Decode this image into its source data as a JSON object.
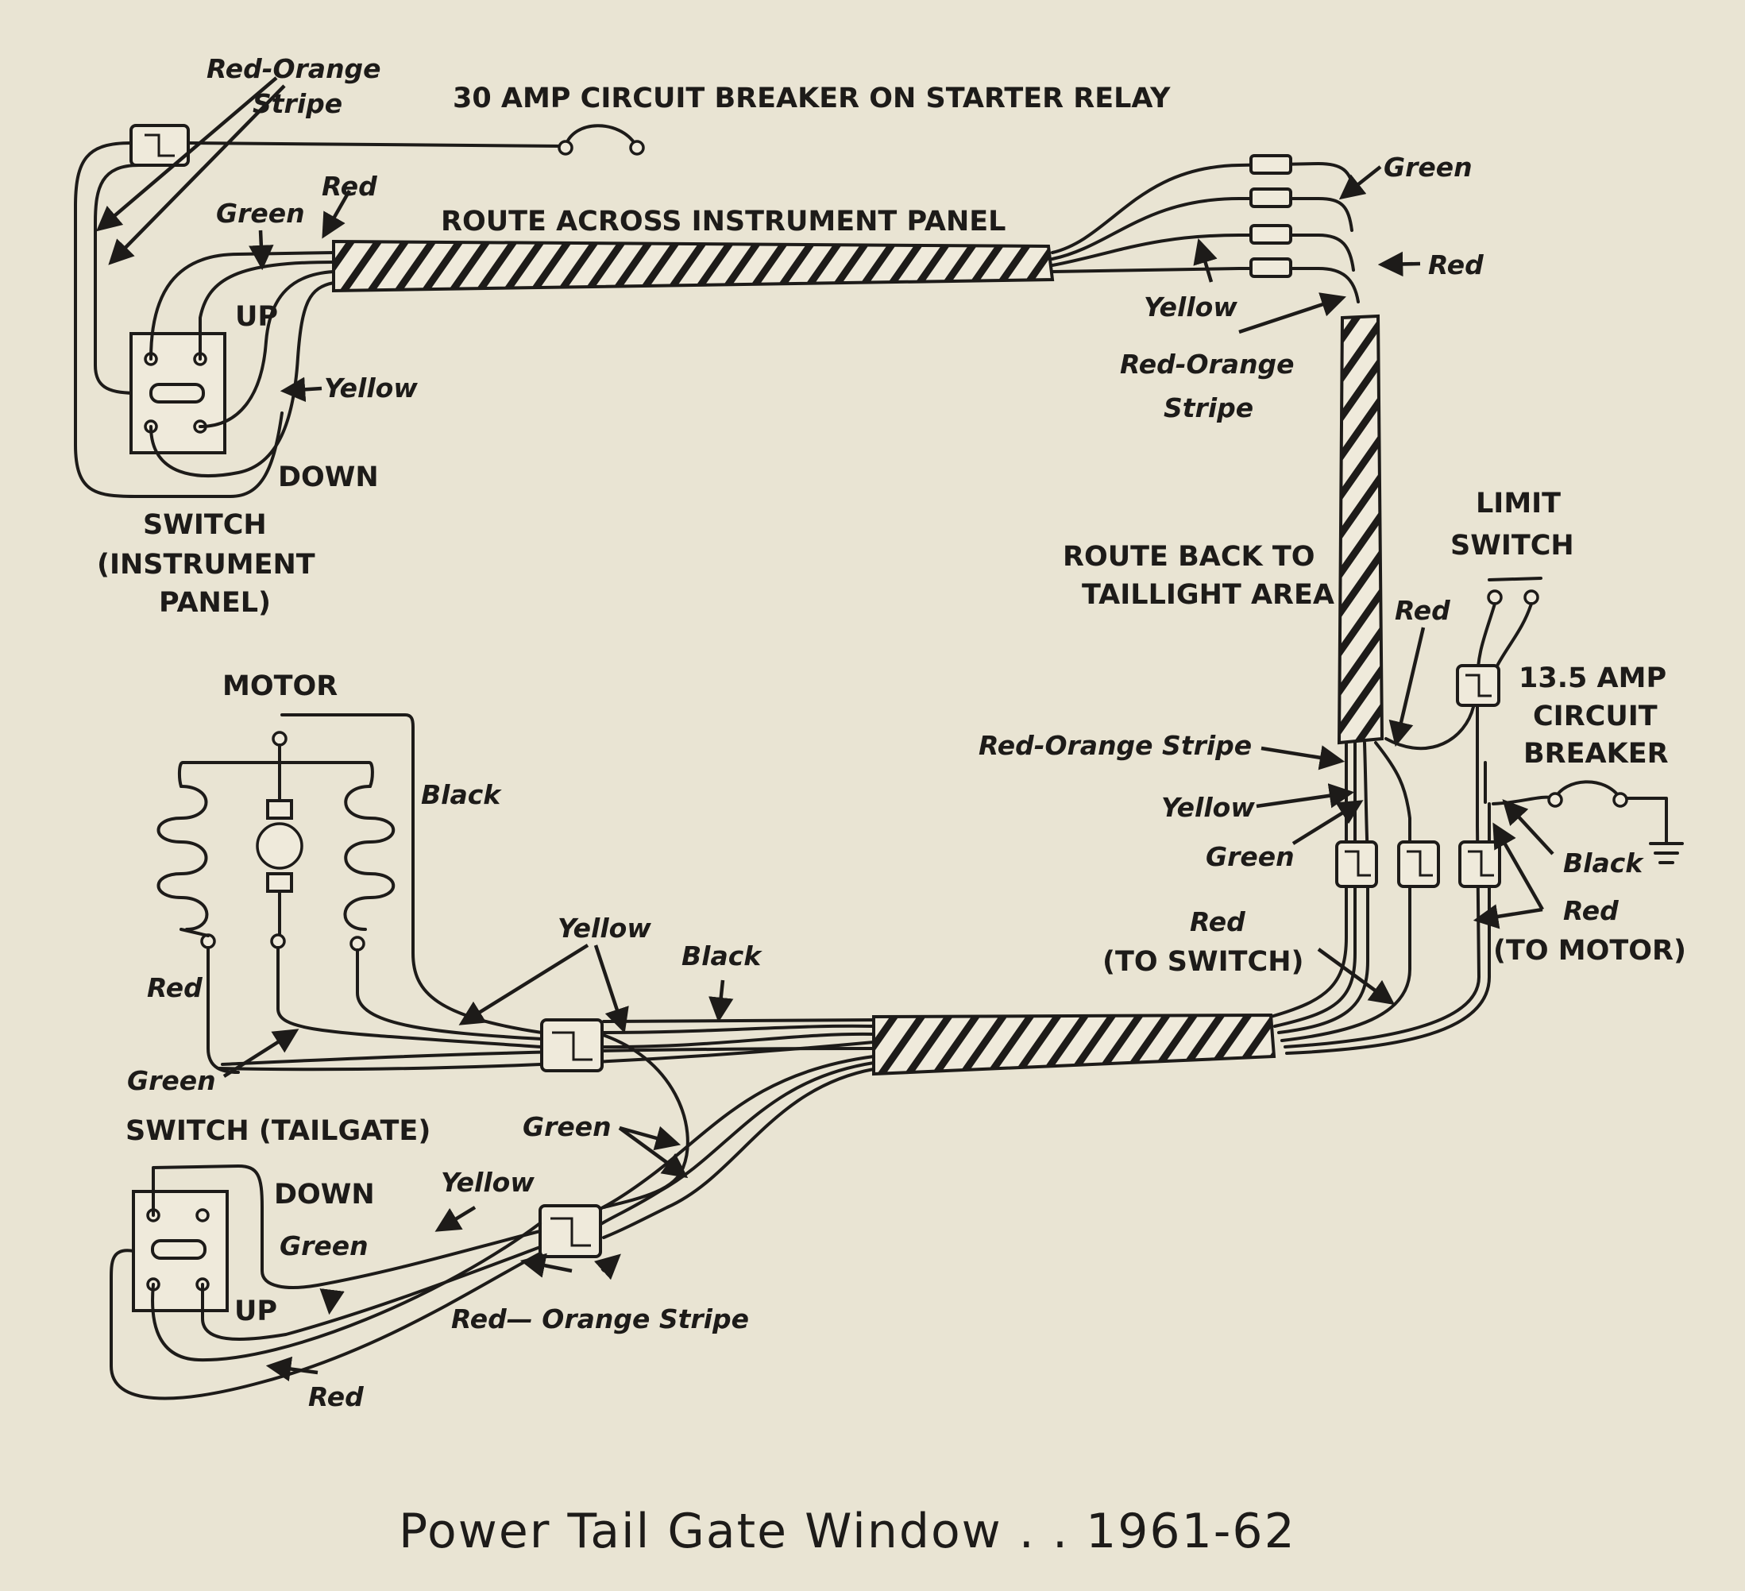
{
  "title": "Power Tail Gate Window . . 1961-62",
  "labels": {
    "breaker30": "30 AMP CIRCUIT BREAKER ON STARTER RELAY",
    "route_across": "ROUTE ACROSS INSTRUMENT PANEL",
    "route_back_1": "ROUTE BACK TO",
    "route_back_2": "TAILLIGHT AREA",
    "up_ip": "UP",
    "down_ip": "DOWN",
    "switch_ip_1": "SWITCH",
    "switch_ip_2": "(INSTRUMENT",
    "switch_ip_3": "PANEL)",
    "limit_1": "LIMIT",
    "limit_2": "SWITCH",
    "breaker135_1": "13.5 AMP",
    "breaker135_2": "CIRCUIT",
    "breaker135_3": "BREAKER",
    "motor": "MOTOR",
    "switch_tg": "SWITCH (TAILGATE)",
    "down_tg": "DOWN",
    "up_tg": "UP",
    "red_to_switch_1": "Red",
    "red_to_switch_2": "(TO SWITCH)",
    "red_to_motor_1": "Red",
    "red_to_motor_2": "(TO MOTOR)"
  },
  "wires": {
    "ro_stripe_top_1": "Red-Orange",
    "ro_stripe_top_2": "Stripe",
    "red_ip": "Red",
    "green_ip": "Green",
    "yellow_ip": "Yellow",
    "green_r": "Green",
    "red_r": "Red",
    "yellow_r": "Yellow",
    "ro_r_1": "Red-Orange",
    "ro_r_2": "Stripe",
    "red_lim": "Red",
    "ro_stripe_mid": "Red-Orange Stripe",
    "yellow_mid": "Yellow",
    "green_mid": "Green",
    "black_gnd": "Black",
    "black_motor": "Black",
    "red_motor": "Red",
    "green_motor": "Green",
    "yellow_conn": "Yellow",
    "black_conn": "Black",
    "green_conn": "Green",
    "yellow_tg": "Yellow",
    "green_tg": "Green",
    "red_tg": "Red",
    "ro_stripe_bot": "Red— Orange Stripe"
  }
}
